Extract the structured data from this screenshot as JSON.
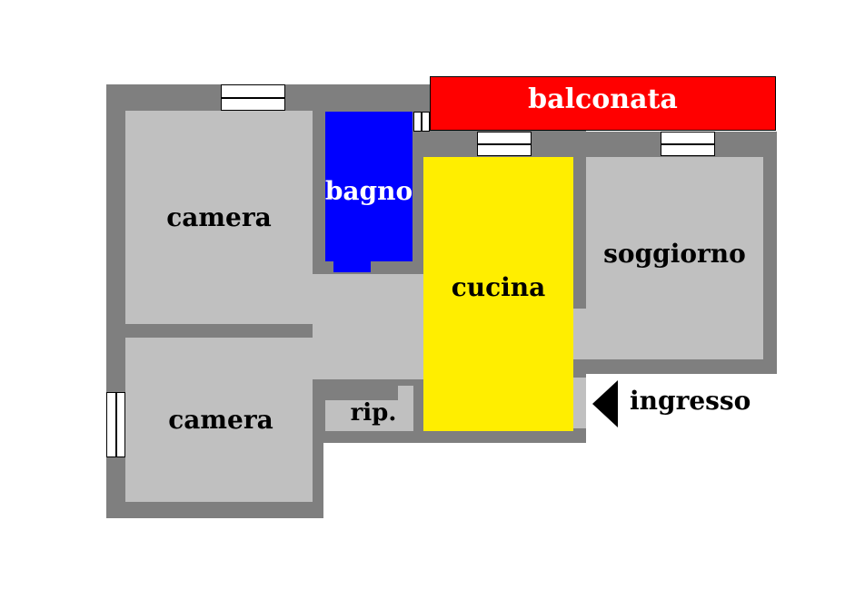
{
  "rooms": {
    "balconata": {
      "label": "balconata",
      "color": "#ff0000"
    },
    "bagno": {
      "label": "bagno",
      "color": "#0000ff"
    },
    "cucina": {
      "label": "cucina",
      "color": "#ffee00"
    },
    "camera_top": {
      "label": "camera",
      "color": "#c0c0c0"
    },
    "camera_bottom": {
      "label": "camera",
      "color": "#c0c0c0"
    },
    "soggiorno": {
      "label": "soggiorno",
      "color": "#c0c0c0"
    },
    "ripostiglio": {
      "label": "rip.",
      "color": "#c0c0c0"
    }
  },
  "entrance": {
    "label": "ingresso",
    "icon": "arrow-left-icon"
  },
  "colors": {
    "wall": "#7f7f7f",
    "floor": "#c0c0c0"
  }
}
